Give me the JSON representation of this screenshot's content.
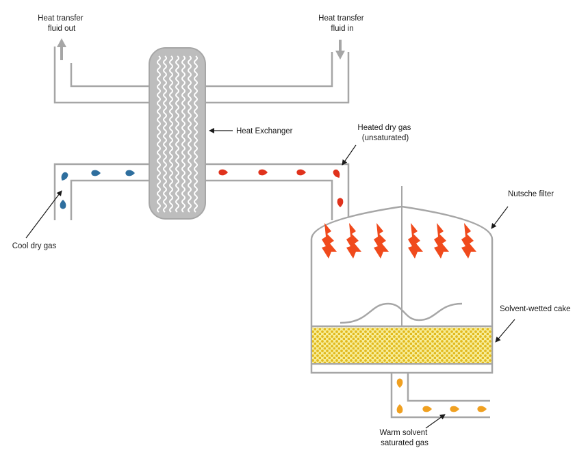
{
  "labels": {
    "fluid_out": [
      "Heat transfer",
      "fluid out"
    ],
    "fluid_in": [
      "Heat transfer",
      "fluid in"
    ],
    "heat_exchanger": "Heat Exchanger",
    "heated_gas": [
      "Heated dry gas",
      "(unsaturated)"
    ],
    "nutsche": "Nutsche filter",
    "cool_gas": "Cool dry gas",
    "cake": "Solvent-wetted cake",
    "warm_gas": [
      "Warm solvent",
      "saturated gas"
    ]
  },
  "colors": {
    "pipe": "#a6a6a6",
    "exchanger_fill": "#bdbdbd",
    "cool_drop": "#2e6e9e",
    "heated_drop": "#e0321c",
    "flame": "#f04a1c",
    "cake_fill": "#f7ee9a",
    "cake_dot": "#e2b91e",
    "warm_drop": "#f0a020"
  }
}
